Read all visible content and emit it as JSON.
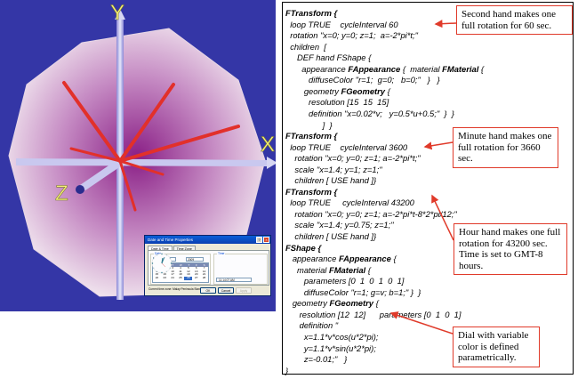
{
  "scene": {
    "axis_labels": {
      "y": "Y",
      "x": "X",
      "z": "Z"
    }
  },
  "dialog": {
    "title": "Date and Time Properties",
    "tabs": [
      "Date & Time",
      "Time Zone"
    ],
    "date_group": "Date",
    "time_group": "Time",
    "month": "February",
    "year": "2009",
    "weekdays": [
      "S",
      "M",
      "T",
      "W",
      "T",
      "F",
      "S"
    ],
    "days": [
      "1",
      "2",
      "3",
      "4",
      "5",
      "6",
      "7",
      "8",
      "9",
      "10",
      "11",
      "12",
      "13",
      "14",
      "15",
      "16",
      "17",
      "18",
      "19",
      "20",
      "21",
      "22",
      "23",
      "24",
      "25",
      "26",
      "27",
      "28"
    ],
    "selected_day": "26",
    "time": "11:14:07 AM",
    "timezone": "Current time zone: Malay Peninsula Standard Time",
    "buttons": {
      "ok": "OK",
      "cancel": "Cancel",
      "apply": "Apply"
    }
  },
  "code": {
    "lines": [
      {
        "parts": [
          {
            "t": "FTransform {",
            "b": true
          }
        ]
      },
      {
        "parts": [
          {
            "t": "  loop TRUE    cycleInterval 60"
          }
        ]
      },
      {
        "parts": [
          {
            "t": "  rotation \"x=0; y=0; z=1;  a=-2*pi*t;\""
          }
        ]
      },
      {
        "parts": [
          {
            "t": "  children  ["
          }
        ]
      },
      {
        "parts": [
          {
            "t": "     DEF hand FShape {"
          }
        ]
      },
      {
        "parts": [
          {
            "t": "       appearance "
          },
          {
            "t": "FAppearance",
            "b": true
          },
          {
            "t": " {  material "
          },
          {
            "t": "FMaterial",
            "b": true
          },
          {
            "t": " {"
          }
        ]
      },
      {
        "parts": [
          {
            "t": "          diffuseColor \"r=1;  g=0;   b=0;\"   }   }"
          }
        ]
      },
      {
        "parts": [
          {
            "t": "        geometry "
          },
          {
            "t": "FGeometry",
            "b": true
          },
          {
            "t": " {"
          }
        ]
      },
      {
        "parts": [
          {
            "t": "          resolution [15  15  15]"
          }
        ]
      },
      {
        "parts": [
          {
            "t": "          definition \"x=0.02*v;   y=0.5*u+0.5;\"  }  }"
          }
        ]
      },
      {
        "parts": [
          {
            "t": "                ]  }"
          }
        ]
      },
      {
        "parts": [
          {
            "t": "FTransform {",
            "b": true
          }
        ]
      },
      {
        "parts": [
          {
            "t": "  loop TRUE    cycleInterval 3600"
          }
        ]
      },
      {
        "parts": [
          {
            "t": "    rotation \"x=0; y=0; z=1; a=-2*pi*t;\""
          }
        ]
      },
      {
        "parts": [
          {
            "t": "    scale \"x=1.4; y=1; z=1;\""
          }
        ]
      },
      {
        "parts": [
          {
            "t": "    children [ USE hand ]}"
          }
        ]
      },
      {
        "parts": [
          {
            "t": "FTransform {",
            "b": true
          }
        ]
      },
      {
        "parts": [
          {
            "t": "  loop TRUE     cycleInterval 43200"
          }
        ]
      },
      {
        "parts": [
          {
            "t": "    rotation \"x=0; y=0; z=1; a=-2*pi*t-8*2*pi/12;\""
          }
        ]
      },
      {
        "parts": [
          {
            "t": "    scale \"x=1.4; y=0.75; z=1;\""
          }
        ]
      },
      {
        "parts": [
          {
            "t": "    children [ USE hand ]}"
          }
        ]
      },
      {
        "parts": [
          {
            "t": "FShape {",
            "b": true
          }
        ]
      },
      {
        "parts": [
          {
            "t": "   appearance "
          },
          {
            "t": "FAppearance",
            "b": true
          },
          {
            "t": " {"
          }
        ]
      },
      {
        "parts": [
          {
            "t": "     material "
          },
          {
            "t": "FMaterial",
            "b": true
          },
          {
            "t": " {"
          }
        ]
      },
      {
        "parts": [
          {
            "t": "        parameters [0  1  0  1  0  1]"
          }
        ]
      },
      {
        "parts": [
          {
            "t": "        diffuseColor \"r=1; g=v; b=1;\" }  }"
          }
        ]
      },
      {
        "parts": [
          {
            "t": "   geometry "
          },
          {
            "t": "FGeometry",
            "b": true
          },
          {
            "t": " {"
          }
        ]
      },
      {
        "parts": [
          {
            "t": "      resolution [12  12]      parameters [0  1  0  1]"
          }
        ]
      },
      {
        "parts": [
          {
            "t": "      definition \""
          }
        ]
      },
      {
        "parts": [
          {
            "t": "        x=1.1*v*cos(u*2*pi);"
          }
        ]
      },
      {
        "parts": [
          {
            "t": "        y=1.1*v*sin(u*2*pi);"
          }
        ]
      },
      {
        "parts": [
          {
            "t": "        z=-0.01;\"   }"
          }
        ]
      },
      {
        "parts": [
          {
            "t": "}"
          }
        ]
      }
    ]
  },
  "callouts": {
    "second": "Second hand makes one full rotation for 60 sec.",
    "minute": "Minute hand makes one full rotation for 3660 sec.",
    "hour": "Hour hand makes one full rotation for 43200 sec. Time is set to GMT-8 hours.",
    "dial": "Dial with variable color is defined parametrically."
  },
  "colors": {
    "background": "#3436a6",
    "dial_center": "#8a1f86",
    "dial_edge": "#f2e8f0",
    "hands": "#e2302a",
    "axes": "#d7d7f2",
    "axis_label": "#f5f07a",
    "callout_border": "#e03a2a"
  }
}
